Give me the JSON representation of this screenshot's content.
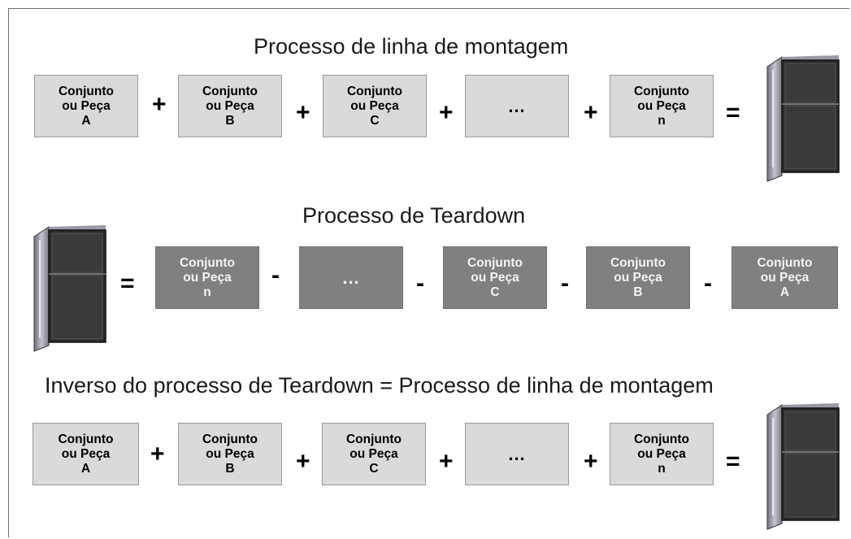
{
  "rows": [
    {
      "title": "Processo de linha de montagem",
      "boxes": [
        {
          "l1": "Conjunto",
          "l2": "ou Peça",
          "l3": "A"
        },
        {
          "l1": "Conjunto",
          "l2": "ou Peça",
          "l3": "B"
        },
        {
          "l1": "Conjunto",
          "l2": "ou Peça",
          "l3": "C"
        },
        {
          "dots": "..."
        },
        {
          "l1": "Conjunto",
          "l2": "ou Peça",
          "l3": "n"
        }
      ],
      "ops": [
        "+",
        "+",
        "+",
        "+",
        "="
      ]
    },
    {
      "title": "Processo de Teardown",
      "boxes": [
        {
          "l1": "Conjunto",
          "l2": "ou Peça",
          "l3": "n"
        },
        {
          "dots": "..."
        },
        {
          "l1": "Conjunto",
          "l2": "ou Peça",
          "l3": "C"
        },
        {
          "l1": "Conjunto",
          "l2": "ou Peça",
          "l3": "B"
        },
        {
          "l1": "Conjunto",
          "l2": "ou Peça",
          "l3": "A"
        }
      ],
      "ops": [
        "=",
        "-",
        "-",
        "-",
        "-"
      ]
    },
    {
      "title": "Inverso do processo de Teardown = Processo de linha de montagem",
      "boxes": [
        {
          "l1": "Conjunto",
          "l2": "ou Peça",
          "l3": "A"
        },
        {
          "l1": "Conjunto",
          "l2": "ou Peça",
          "l3": "B"
        },
        {
          "l1": "Conjunto",
          "l2": "ou Peça",
          "l3": "C"
        },
        {
          "dots": "..."
        },
        {
          "l1": "Conjunto",
          "l2": "ou Peça",
          "l3": "n"
        }
      ],
      "ops": [
        "+",
        "+",
        "+",
        "+",
        "="
      ]
    }
  ],
  "colors": {
    "light_box": "#dadada",
    "dark_box": "#808080",
    "fridge_body": "#2f2f2f",
    "fridge_side": "#9a9aa6"
  },
  "icons": [
    "refrigerator-icon"
  ]
}
